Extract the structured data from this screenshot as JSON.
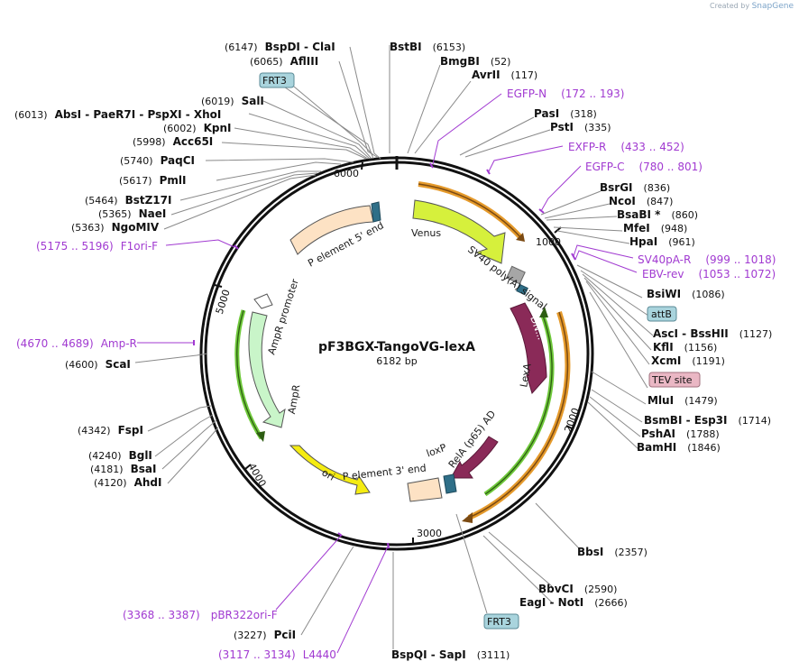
{
  "watermark": {
    "prefix": "Created by",
    "brand": "SnapGene"
  },
  "plasmid": {
    "name": "pF3BGX-TangoVG-lexA",
    "length": "6182 bp"
  },
  "ticks": [
    "1000",
    "2000",
    "3000",
    "4000",
    "5000",
    "6000"
  ],
  "colors": {
    "primer": "#a13ad1",
    "line": "#111111"
  },
  "features": [
    {
      "label": "Venus",
      "color": "#d6f03c"
    },
    {
      "label": "SV40 poly(A) signal",
      "color": "#a6a6a6"
    },
    {
      "label": "DN...",
      "color": "#8a2a58"
    },
    {
      "label": "LexA",
      "color": "#8a2a58"
    },
    {
      "label": "RelA (p65) AD",
      "color": "#8a2a58"
    },
    {
      "label": "loxP",
      "color": "#2f6f88"
    },
    {
      "label": "P element 3' end",
      "color": "#fde2c4"
    },
    {
      "label": "ori",
      "color": "#f5ec12"
    },
    {
      "label": "AmpR",
      "color": "#c9f5c9"
    },
    {
      "label": "AmpR promoter",
      "color": "#ffffff"
    },
    {
      "label": "P element 5' end",
      "color": "#fde2c4"
    }
  ],
  "sites": [
    {
      "name": "BspDI  -  ClaI",
      "pos": "(6147)"
    },
    {
      "name": "AflIII",
      "pos": "(6065)"
    },
    {
      "name": "SalI",
      "pos": "(6019)"
    },
    {
      "name": "AbsI  -  PaeR7I  -  PspXI  -  XhoI",
      "pos": "(6013)"
    },
    {
      "name": "KpnI",
      "pos": "(6002)"
    },
    {
      "name": "Acc65I",
      "pos": "(5998)"
    },
    {
      "name": "PaqCI",
      "pos": "(5740)"
    },
    {
      "name": "PmlI",
      "pos": "(5617)"
    },
    {
      "name": "BstZ17I",
      "pos": "(5464)"
    },
    {
      "name": "NaeI",
      "pos": "(5365)"
    },
    {
      "name": "NgoMIV",
      "pos": "(5363)"
    },
    {
      "name": "ScaI",
      "pos": "(4600)"
    },
    {
      "name": "FspI",
      "pos": "(4342)"
    },
    {
      "name": "BglI",
      "pos": "(4240)"
    },
    {
      "name": "BsaI",
      "pos": "(4181)"
    },
    {
      "name": "AhdI",
      "pos": "(4120)"
    },
    {
      "name": "PciI",
      "pos": "(3227)"
    },
    {
      "name": "BstBI",
      "pos": "(6153)"
    },
    {
      "name": "BmgBI",
      "pos": "(52)"
    },
    {
      "name": "AvrII",
      "pos": "(117)"
    },
    {
      "name": "PasI",
      "pos": "(318)"
    },
    {
      "name": "PstI",
      "pos": "(335)"
    },
    {
      "name": "BsrGI",
      "pos": "(836)"
    },
    {
      "name": "NcoI",
      "pos": "(847)"
    },
    {
      "name": "BsaBI *",
      "pos": "(860)"
    },
    {
      "name": "MfeI",
      "pos": "(948)"
    },
    {
      "name": "HpaI",
      "pos": "(961)"
    },
    {
      "name": "BsiWI",
      "pos": "(1086)"
    },
    {
      "name": "AscI  -  BssHII",
      "pos": "(1127)"
    },
    {
      "name": "KflI",
      "pos": "(1156)"
    },
    {
      "name": "XcmI",
      "pos": "(1191)"
    },
    {
      "name": "MluI",
      "pos": "(1479)"
    },
    {
      "name": "BsmBI  -  Esp3I",
      "pos": "(1714)"
    },
    {
      "name": "PshAI",
      "pos": "(1788)"
    },
    {
      "name": "BamHI",
      "pos": "(1846)"
    },
    {
      "name": "BbsI",
      "pos": "(2357)"
    },
    {
      "name": "BbvCI",
      "pos": "(2590)"
    },
    {
      "name": "EagI  -  NotI",
      "pos": "(2666)"
    },
    {
      "name": "BspQI  -  SapI",
      "pos": "(3111)"
    }
  ],
  "primers": [
    {
      "name": "F1ori-F",
      "range": "(5175 .. 5196)"
    },
    {
      "name": "Amp-R",
      "range": "(4670 .. 4689)"
    },
    {
      "name": "pBR322ori-F",
      "range": "(3368 .. 3387)"
    },
    {
      "name": "L4440",
      "range": "(3117 .. 3134)"
    },
    {
      "name": "EGFP-N",
      "range": "(172 .. 193)"
    },
    {
      "name": "EXFP-R",
      "range": "(433 .. 452)"
    },
    {
      "name": "EGFP-C",
      "range": "(780 .. 801)"
    },
    {
      "name": "SV40pA-R",
      "range": "(999 .. 1018)"
    },
    {
      "name": "EBV-rev",
      "range": "(1053 .. 1072)"
    }
  ],
  "boxed_labels": [
    {
      "text": "FRT3",
      "color": "#a9d4dd"
    },
    {
      "text": "attB",
      "color": "#a9d4dd"
    },
    {
      "text": "TEV site",
      "color": "#eab7c4"
    },
    {
      "text": "FRT3",
      "color": "#a9d4dd"
    }
  ]
}
